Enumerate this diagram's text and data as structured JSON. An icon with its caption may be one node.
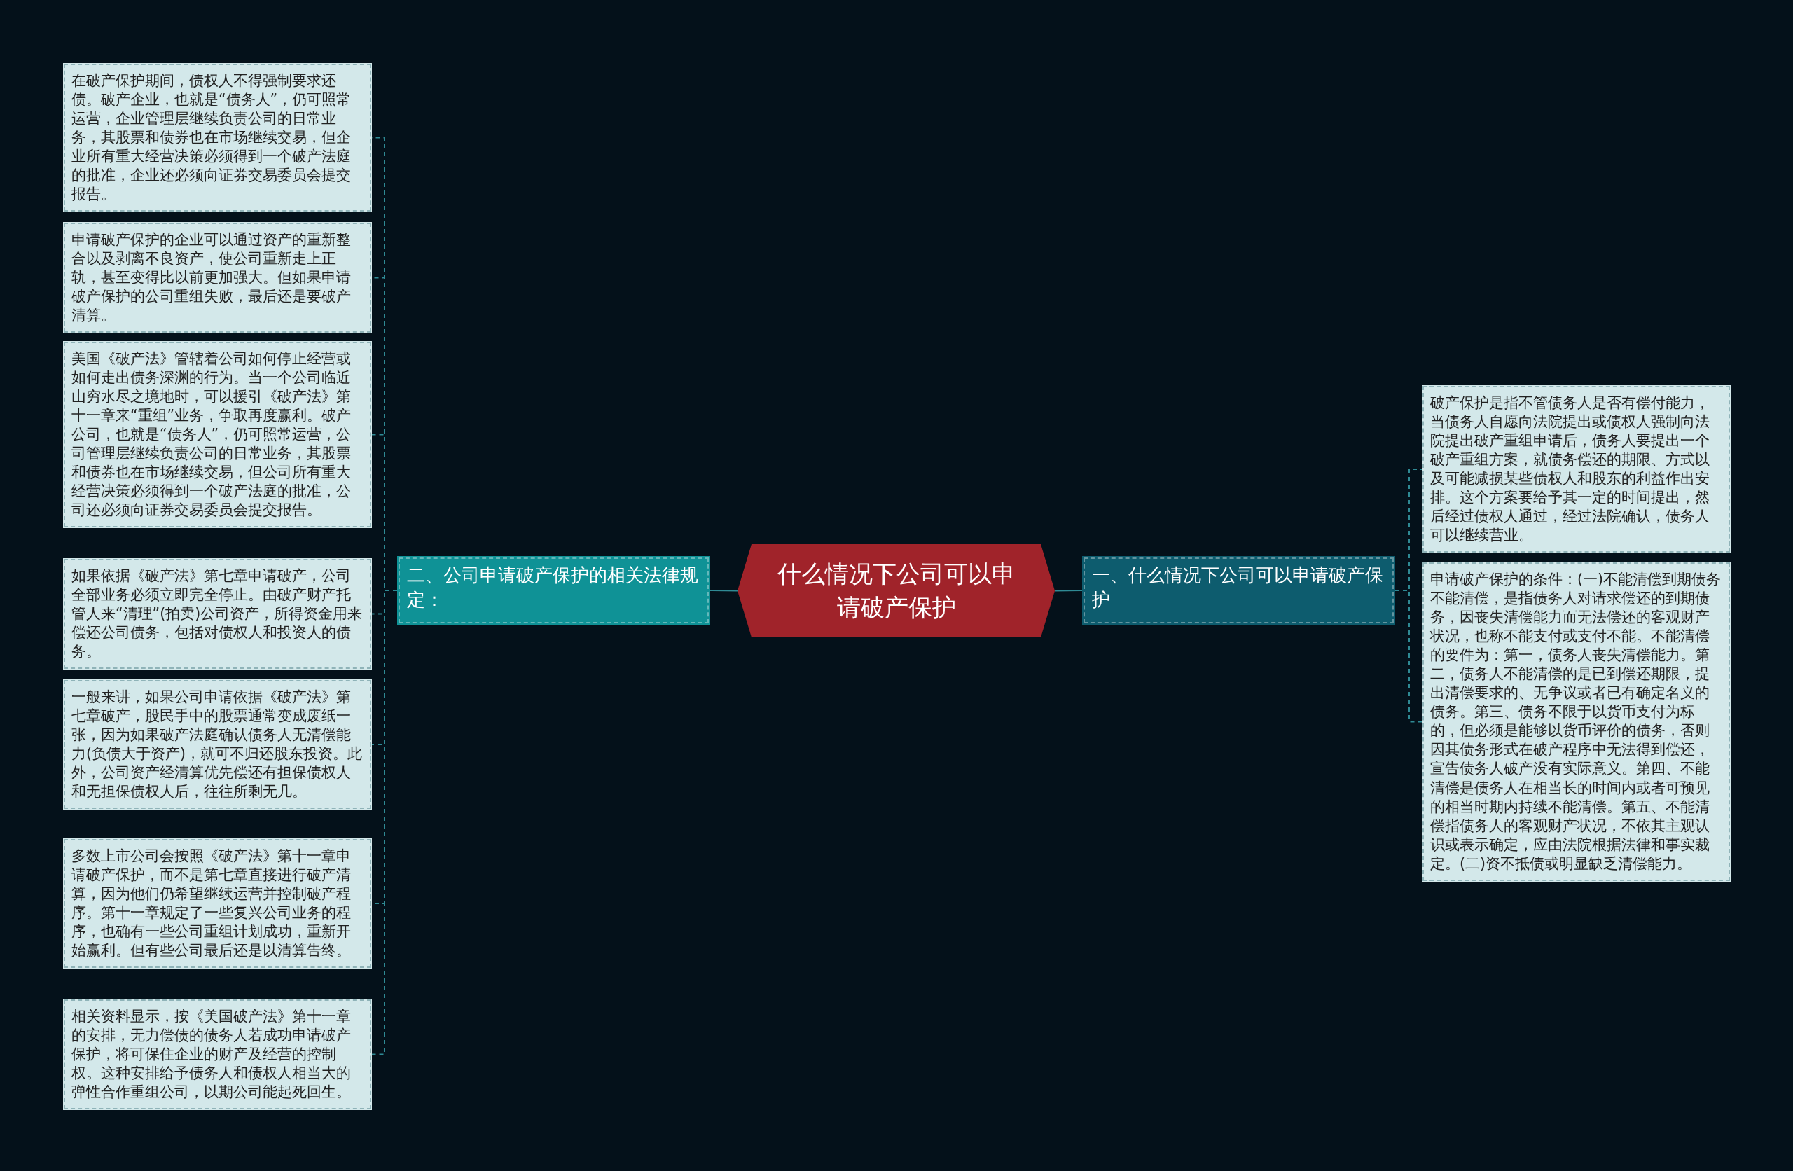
{
  "diagram": {
    "nodes": [
      {
        "text": [
          "什么情况下公司可以申请破产保护"
        ]
      },
      {
        "text": [
          "二、公司申请破产保护的相关法律规定："
        ]
      },
      {
        "text": [
          "一、什么情况下公司可以申请破产保护"
        ]
      },
      {
        "text": [
          "在破产保护期间，债权人不得强制要求还债。破产企业，也就是“债务人”，仍可照常运营，企业管理层继续负责公司的日常业务，其股票和债券也在市场继续交易，但企业所有重大经营决策必须得到一个破产法庭的批准，企业还必须向证券交易委员会提交报告。"
        ]
      },
      {
        "text": [
          "申请破产保护的企业可以通过资产的重新整合以及剥离不良资产，使公司重新走上正轨，甚至变得比以前更加强大。但如果申请破产保护的公司重组失败，最后还是要破产清算。"
        ]
      },
      {
        "text": [
          "美国《破产法》管辖着公司如何停止经营或如何走出债务深渊的行为。当一个公司临近山穷水尽之境地时，可以援引《破产法》第十一章来“重组”业务，争取再度赢利。破产公司，也就是“债务人”，仍可照常运营，公司管理层继续负责公司的日常业务，其股票和债券也在市场继续交易，但公司所有重大经营决策必须得到一个破产法庭的批准，公司还必须向证券交易委员会提交报告。"
        ]
      },
      {
        "text": [
          "如果依据《破产法》第七章申请破产，公司全部业务必须立即完全停止。由破产财产托管人来“清理”(拍卖)公司资产，所得资金用来偿还公司债务，包括对债权人和投资人的债务。"
        ]
      },
      {
        "text": [
          "一般来讲，如果公司申请依据《破产法》第七章破产，股民手中的股票通常变成废纸一张，因为如果破产法庭确认债务人无清偿能力(负债大于资产)，就可不归还股东投资。此外，公司资产经清算优先偿还有担保债权人和无担保债权人后，往往所剩无几。"
        ]
      },
      {
        "text": [
          "多数上市公司会按照《破产法》第十一章申请破产保护，而不是第七章直接进行破产清算，因为他们仍希望继续运营并控制破产程序。第十一章规定了一些复兴公司业务的程序，也确有一些公司重组计划成功，重新开始赢利。但有些公司最后还是以清算告终。"
        ]
      },
      {
        "text": [
          "相关资料显示，按《美国破产法》第十一章的安排，无力偿债的债务人若成功申请破产保护，将可保住企业的财产及经营的控制权。这种安排给予债务人和债权人相当大的弹性合作重组公司，以期公司能起死回生。"
        ]
      },
      {
        "text": [
          "破产保护是指不管债务人是否有偿付能力，当债务人自愿向法院提出或债权人强制向法院提出破产重组申请后，债务人要提出一个破产重组方案，就债务偿还的期限、方式以及可能减损某些债权人和股东的利益作出安排。这个方案要给予其一定的时间提出，然后经过债权人通过，经过法院确认，债务人可以继续营业。"
        ]
      },
      {
        "text": [
          "申请破产保护的条件：(一)不能清偿到期债务不能清偿，是指债务人对请求偿还的到期债务，因丧失清偿能力而无法偿还的客观财产状况，也称不能支付或支付不能。不能清偿的要件为：第一，债务人丧失清偿能力。第二，债务人不能清偿的是已到偿还期限，提出清偿要求的、无争议或者已有确定名义的债务。第三、债务不限于以货币支付为标的，但必须是能够以货币评价的债务，否则因其债务形式在破产程序中无法得到偿还，宣告债务人破产没有实际意义。第四、不能清偿是债务人在相当长的时间内或者可预见的相当时期内持续不能清偿。第五、不能清偿指债务人的客观财产状况，不依其主观认识或表示确定，应由法院根据法律和事实裁定。(二)资不抵债或明显缺乏清偿能力。"
        ]
      }
    ],
    "edges": [
      {
        "from": 0,
        "to": 1,
        "arrow": "none"
      },
      {
        "from": 0,
        "to": 2,
        "arrow": "none"
      },
      {
        "from": 1,
        "to": 3,
        "arrow": "none",
        "style": "dashed"
      },
      {
        "from": 1,
        "to": 4,
        "arrow": "none",
        "style": "dashed"
      },
      {
        "from": 1,
        "to": 5,
        "arrow": "none",
        "style": "dashed"
      },
      {
        "from": 1,
        "to": 6,
        "arrow": "none",
        "style": "dashed"
      },
      {
        "from": 1,
        "to": 7,
        "arrow": "none",
        "style": "dashed"
      },
      {
        "from": 1,
        "to": 8,
        "arrow": "none",
        "style": "dashed"
      },
      {
        "from": 1,
        "to": 9,
        "arrow": "none",
        "style": "dashed"
      },
      {
        "from": 2,
        "to": 10,
        "arrow": "none",
        "style": "dashed"
      },
      {
        "from": 2,
        "to": 11,
        "arrow": "none",
        "style": "dashed"
      }
    ]
  }
}
